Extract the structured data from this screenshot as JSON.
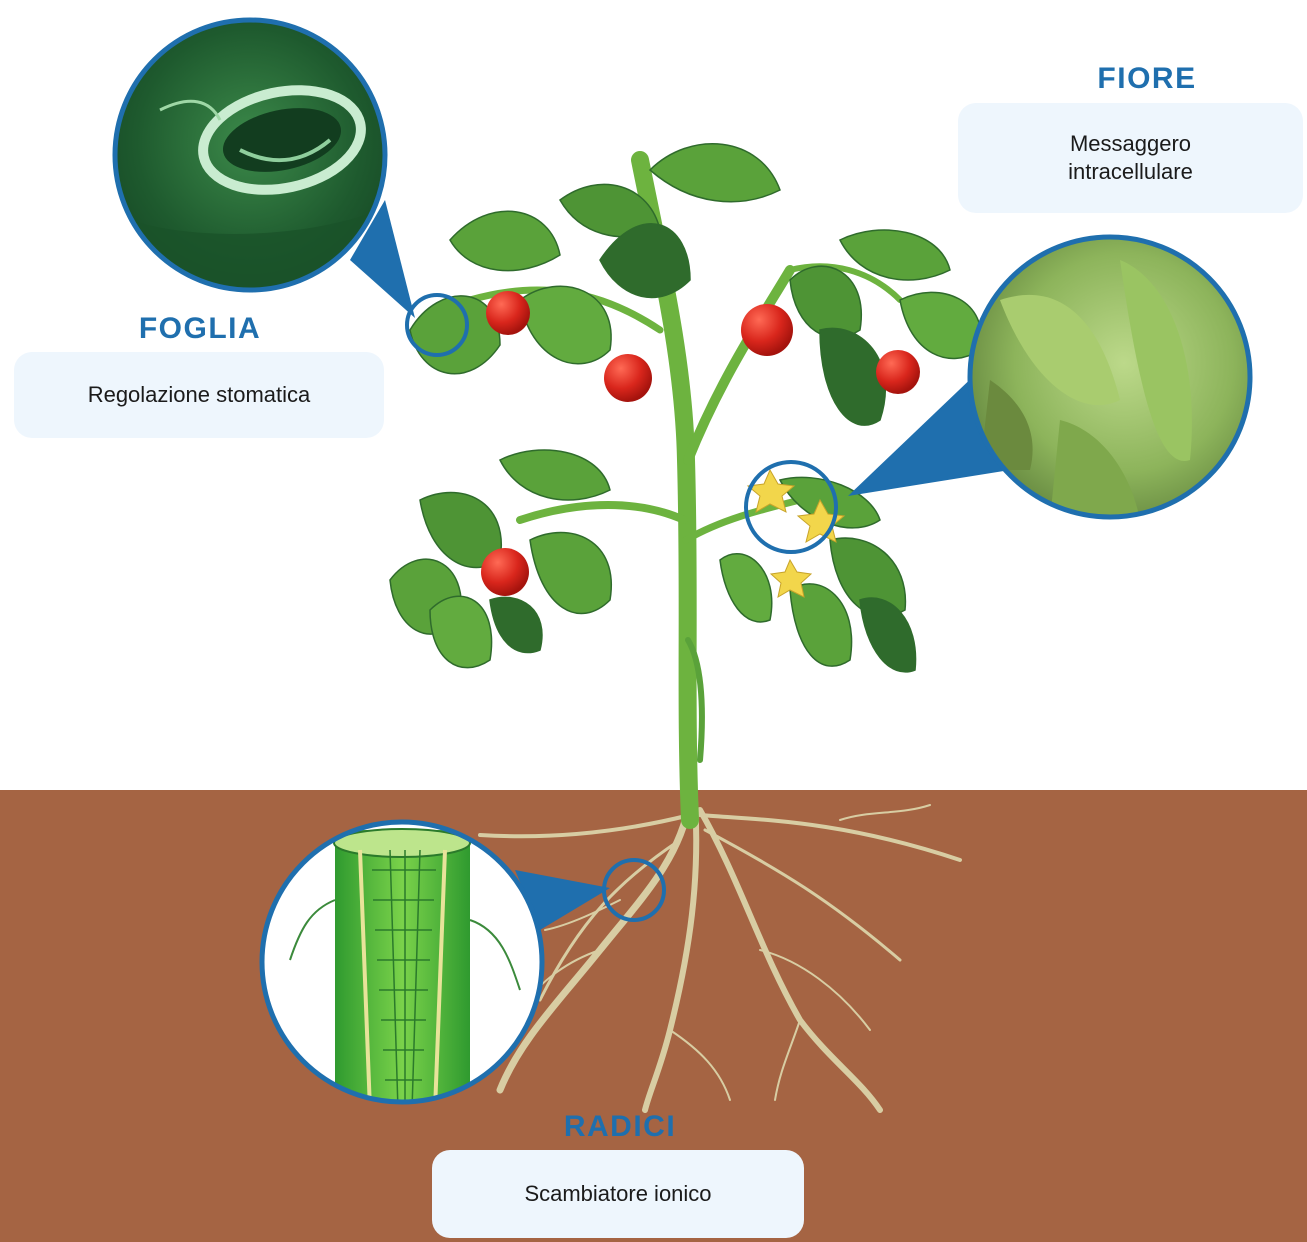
{
  "labels": {
    "foglia": {
      "title": "FOGLIA",
      "text": "Regolazione stomatica"
    },
    "fiore": {
      "title": "FIORE",
      "text_line1": "Messaggero",
      "text_line2": "intracellulare"
    },
    "radici": {
      "title": "RADICI",
      "text": "Scambiatore ionico"
    }
  },
  "colors": {
    "accent_blue": "#1f6fae",
    "soil": "#a56443",
    "leaf": "#5aa23a",
    "leaf_dark": "#2f6b2c",
    "tomato": "#d9261c",
    "root": "#d8cda3",
    "flower": "#f2d64b",
    "label_box": "#eef6fd"
  },
  "icons": {
    "leaf_zoom": "stoma-magnified",
    "flower_zoom": "flower-magnified",
    "root_zoom": "root-cross-section"
  }
}
